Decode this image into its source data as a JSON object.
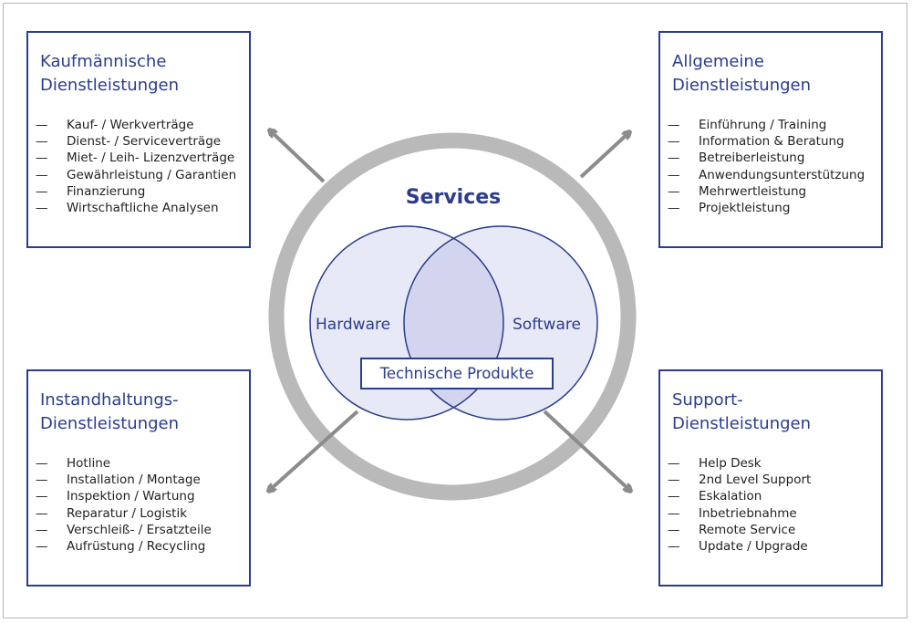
{
  "center": {
    "title": "Services",
    "hardware": "Hardware",
    "software": "Software",
    "products": "Technische Produkte"
  },
  "boxes": {
    "commercial": {
      "title": "Kaufmännische\nDienstleistungen",
      "items": [
        "Kauf- / Werkverträge",
        "Dienst- / Serviceverträge",
        "Miet- / Leih- Lizenzverträge",
        "Gewährleistung / Garantien",
        "Finanzierung",
        "Wirtschaftliche Analysen"
      ]
    },
    "general": {
      "title": "Allgemeine\nDienstleistungen",
      "items": [
        "Einführung / Training",
        "Information & Beratung",
        "Betreiberleistung",
        "Anwendungsunterstützung",
        "Mehrwertleistung",
        "Projektleistung"
      ]
    },
    "maintenance": {
      "title": "Instandhaltungs-\nDienstleistungen",
      "items": [
        "Hotline",
        "Installation / Montage",
        "Inspektion / Wartung",
        "Reparatur / Logistik",
        "Verschleiß- / Ersatzteile",
        "Aufrüstung / Recycling"
      ]
    },
    "support": {
      "title": "Support-\nDienstleistungen",
      "items": [
        "Help Desk",
        "2nd Level Support",
        "Eskalation",
        "Inbetriebnahme",
        "Remote Service",
        "Update / Upgrade"
      ]
    }
  },
  "list_marker": "—",
  "colors": {
    "accent": "#2b3d8c",
    "ring": "#b9b9b9",
    "arrow": "#8c8c8c",
    "circle_fill": "#e8e9f6",
    "overlap_fill": "#d3d5ee",
    "text": "#222222"
  }
}
